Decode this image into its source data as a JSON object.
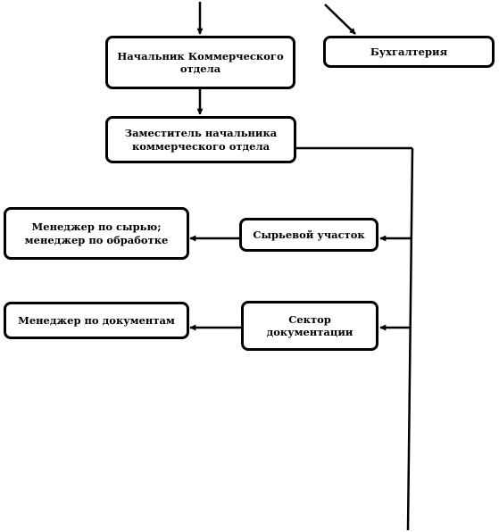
{
  "diagram": {
    "nodes": {
      "head_commercial": "Начальник Коммерческого отдела",
      "accounting": "Бухгалтерия",
      "deputy_head": "Заместитель начальника коммерческого  отдела",
      "raw_materials_section": "Сырьевой участок",
      "raw_processing_manager": "Менеджер по сырью; менеджер по обработке",
      "documentation_sector": "Сектор документации",
      "documents_manager": "Менеджер по документам"
    },
    "colors": {
      "line": "#000000",
      "box_fill": "#ffffff",
      "text": "#000000"
    }
  }
}
